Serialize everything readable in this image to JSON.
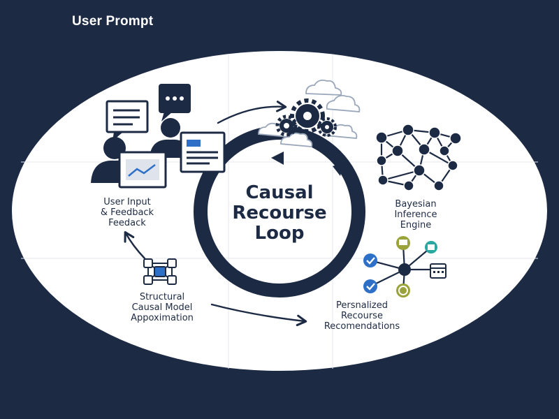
{
  "header": {
    "title": "User Prompt"
  },
  "center": {
    "lines": [
      "Causal",
      "Recourse",
      "Loop"
    ]
  },
  "nodes": {
    "user_input": {
      "lines": [
        "User Input",
        "& Feedback",
        "Feedack"
      ]
    },
    "bayesian": {
      "lines": [
        "Bayesian",
        "Inference",
        "Engine"
      ]
    },
    "scm": {
      "lines": [
        "Structural",
        "Causal Model",
        "Appoximation"
      ]
    },
    "recommendations": {
      "lines": [
        "Persnalized",
        "Recourse",
        "Recomendations"
      ]
    }
  },
  "colors": {
    "background": "#1d2a44",
    "ellipse": "#ffffff",
    "ink": "#1d2a44",
    "accent_blue": "#2e6fc7",
    "accent_teal": "#2aa7a0",
    "accent_olive": "#9aa23a",
    "cloud": "#dfe4ec"
  },
  "icons": {
    "user_input": [
      "chat-bubble-icon",
      "people-icon",
      "document-icon"
    ],
    "center_top": [
      "cloud-icon",
      "gears-icon"
    ],
    "bayesian": [
      "network-graph-icon"
    ],
    "scm": [
      "node-graph-icon"
    ],
    "recommendations": [
      "check-icon",
      "dollar-icon",
      "calendar-icon",
      "hub-icon"
    ]
  }
}
